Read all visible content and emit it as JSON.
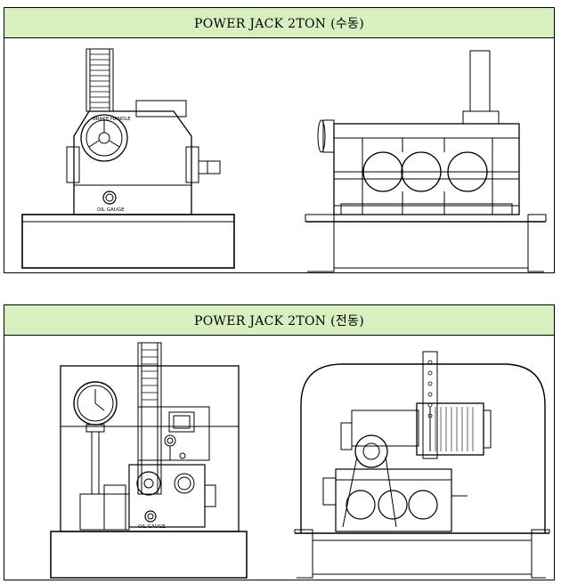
{
  "panels": [
    {
      "title": "POWER JACK 2TON (수동)",
      "labels": {
        "brake_handle": "BRAKE HANDLE",
        "oil_gauge": "OIL GAUGE"
      }
    },
    {
      "title": "POWER JACK 2TON (전동)",
      "labels": {
        "oil_gauge": "OIL GAUGE"
      }
    }
  ]
}
